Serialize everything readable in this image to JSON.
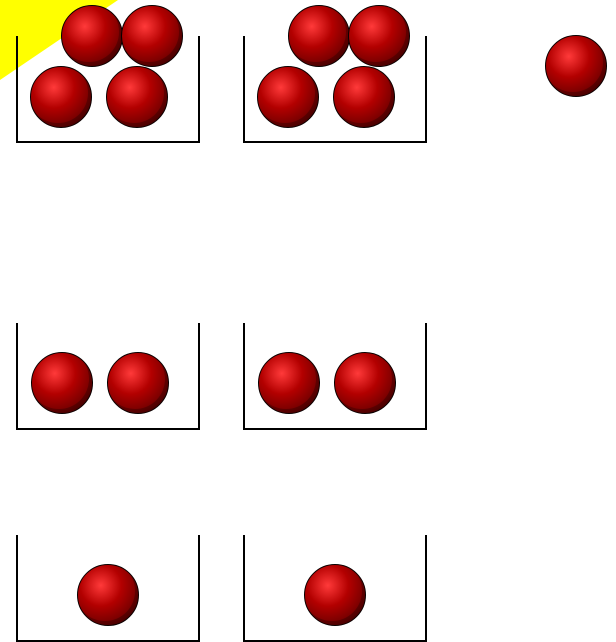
{
  "game": {
    "ball_color": "#b30000",
    "ball_highlight": "#ff3a3a",
    "ball_shadow": "#2a0000",
    "corner_marker_color": "#ffff00",
    "basket_line_color": "#000000",
    "rows": [
      {
        "row": "top",
        "baskets": [
          {
            "ball_count": 4
          },
          {
            "ball_count": 4
          }
        ]
      },
      {
        "row": "middle",
        "baskets": [
          {
            "ball_count": 2
          },
          {
            "ball_count": 2
          }
        ]
      },
      {
        "row": "bottom",
        "baskets": [
          {
            "ball_count": 1
          },
          {
            "ball_count": 1
          }
        ]
      }
    ],
    "loose_balls": {
      "count": 1
    }
  }
}
